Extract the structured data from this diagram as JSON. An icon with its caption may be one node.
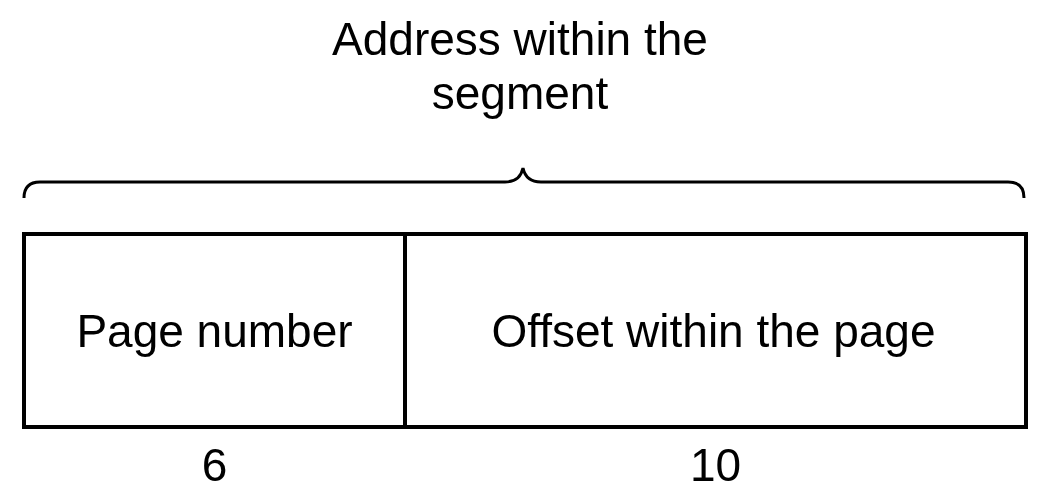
{
  "diagram": {
    "nodes": [
      {
        "text": [
          "Page number"
        ],
        "beside": [
          "6"
        ]
      },
      {
        "text": [
          "Offset within the page"
        ],
        "beside": [
          "10"
        ]
      }
    ],
    "labels": [
      "Address within the segment"
    ]
  }
}
